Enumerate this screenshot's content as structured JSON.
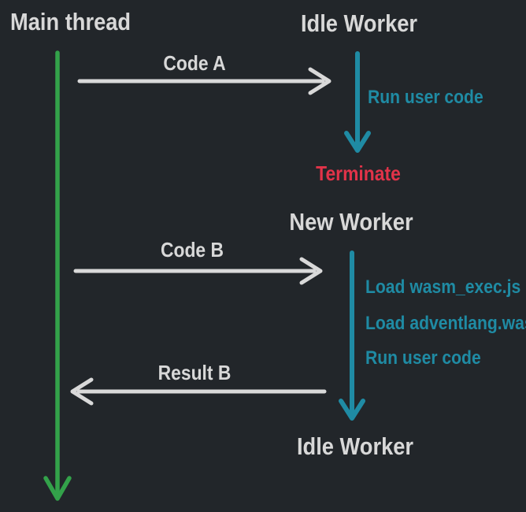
{
  "colors": {
    "background": "#22262a",
    "text": "#d8d8d8",
    "arrow": "#d9d9d9",
    "green": "#33a24a",
    "teal": "#1f8ba4",
    "red": "#e23349"
  },
  "diagram": {
    "actors": {
      "main_thread": {
        "label": "Main thread"
      },
      "idle_worker_top": {
        "label": "Idle Worker"
      },
      "new_worker": {
        "label": "New Worker"
      },
      "idle_worker_bottom": {
        "label": "Idle Worker"
      }
    },
    "messages": {
      "code_a": {
        "label": "Code A"
      },
      "code_b": {
        "label": "Code B"
      },
      "result_b": {
        "label": "Result B"
      }
    },
    "activities": {
      "run_user_code_1": {
        "label": "Run user code"
      },
      "terminate": {
        "label": "Terminate"
      },
      "load_wasm_exec": {
        "label": "Load wasm_exec.js"
      },
      "load_adventlang": {
        "label": "Load adventlang.wasm"
      },
      "run_user_code_2": {
        "label": "Run user code"
      }
    }
  }
}
